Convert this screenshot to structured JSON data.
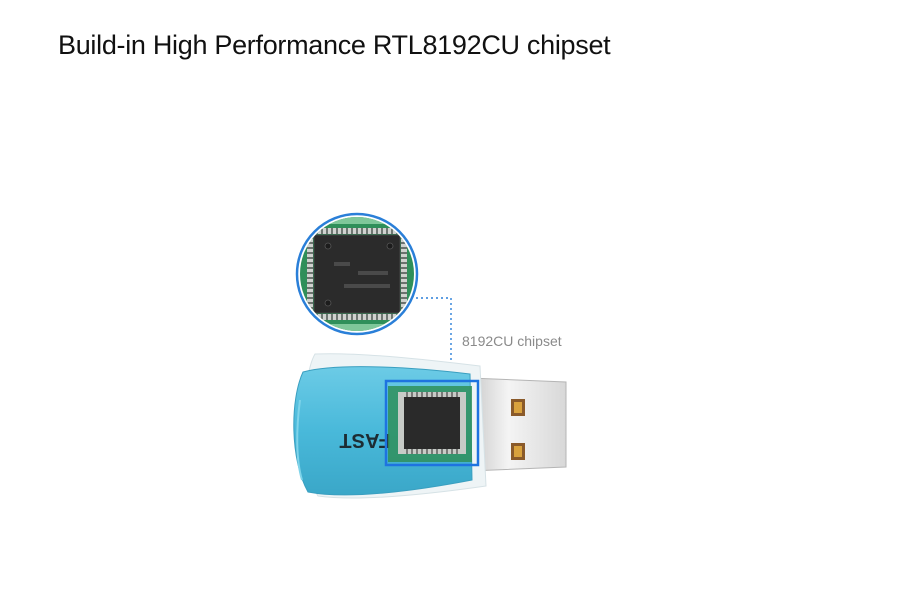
{
  "headline": "Build-in High Performance RTL8192CU chipset",
  "callout": {
    "label": "8192CU chipset"
  },
  "adapter": {
    "brand_text": "FAST",
    "body_color": "#49b9da",
    "highlight_color": "#1e73e0"
  }
}
